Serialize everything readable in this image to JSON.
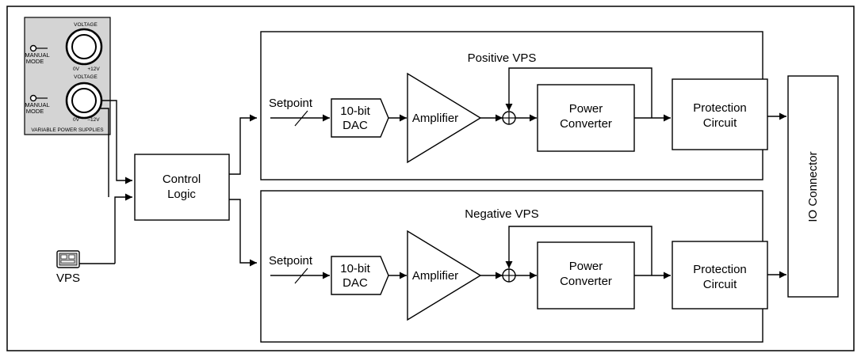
{
  "panel": {
    "voltage_top": "VOLTAGE",
    "voltage_bottom": "VOLTAGE",
    "manual_mode_top_1": "MANUAL",
    "manual_mode_top_2": "MODE",
    "manual_mode_bottom_1": "MANUAL",
    "manual_mode_bottom_2": "MODE",
    "range_top_min": "0V",
    "range_top_max": "+12V",
    "range_bottom_min": "0V",
    "range_bottom_max": "–12V",
    "caption": "VARIABLE POWER SUPPLIES"
  },
  "vps_icon_label": "VPS",
  "control_logic": {
    "line1": "Control",
    "line2": "Logic"
  },
  "positive": {
    "title": "Positive VPS",
    "setpoint": "Setpoint",
    "dac_line1": "10-bit",
    "dac_line2": "DAC",
    "amplifier": "Amplifier",
    "converter_line1": "Power",
    "converter_line2": "Converter",
    "protection_line1": "Protection",
    "protection_line2": "Circuit"
  },
  "negative": {
    "title": "Negative VPS",
    "setpoint": "Setpoint",
    "dac_line1": "10-bit",
    "dac_line2": "DAC",
    "amplifier": "Amplifier",
    "converter_line1": "Power",
    "converter_line2": "Converter",
    "protection_line1": "Protection",
    "protection_line2": "Circuit"
  },
  "io_connector": "IO Connector"
}
